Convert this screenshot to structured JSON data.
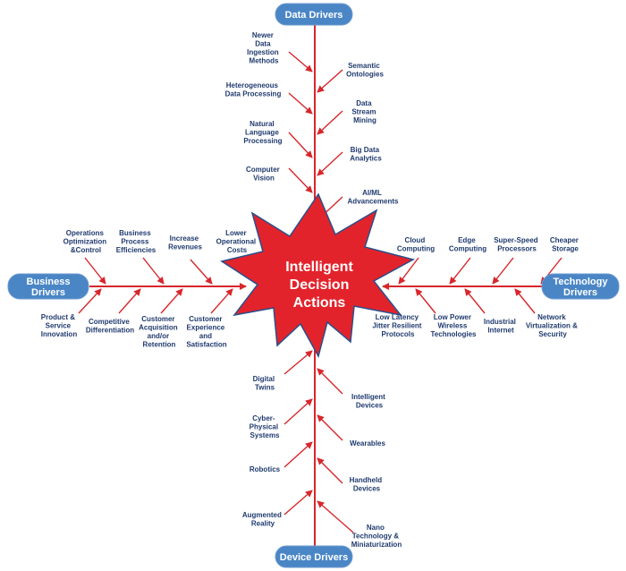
{
  "center": {
    "lines": [
      "Intelligent",
      "Decision",
      "Actions"
    ]
  },
  "categories": {
    "data": {
      "label": "Data Drivers"
    },
    "business": {
      "lines": [
        "Business",
        "Drivers"
      ]
    },
    "technology": {
      "lines": [
        "Technology",
        "Drivers"
      ]
    },
    "device": {
      "label": "Device Drivers"
    }
  },
  "data_drivers": {
    "left": [
      {
        "lines": [
          "Newer",
          "Data",
          "Ingestion",
          "Methods"
        ]
      },
      {
        "lines": [
          "Heterogeneous",
          "Data Processing"
        ]
      },
      {
        "lines": [
          "Natural",
          "Language",
          "Processing"
        ]
      },
      {
        "lines": [
          "Computer",
          "Vision"
        ]
      }
    ],
    "right": [
      {
        "lines": [
          "Semantic",
          "Ontologies"
        ]
      },
      {
        "lines": [
          "Data",
          "Stream",
          "Mining"
        ]
      },
      {
        "lines": [
          "Big Data",
          "Analytics"
        ]
      },
      {
        "lines": [
          "AI/ML",
          "Advancements"
        ]
      }
    ]
  },
  "business_drivers": {
    "top": [
      {
        "lines": [
          "Operations",
          "Optimization",
          "&Control"
        ]
      },
      {
        "lines": [
          "Business",
          "Process",
          "Efficiencies"
        ]
      },
      {
        "lines": [
          "Increase",
          "Revenues"
        ]
      },
      {
        "lines": [
          "Lower",
          "Operational",
          "Costs"
        ]
      }
    ],
    "bottom": [
      {
        "lines": [
          "Product &",
          "Service",
          "Innovation"
        ]
      },
      {
        "lines": [
          "Competitive",
          "Differentiation"
        ]
      },
      {
        "lines": [
          "Customer",
          "Acquisition",
          "and/or",
          "Retention"
        ]
      },
      {
        "lines": [
          "Customer",
          "Experience",
          "and",
          "Satisfaction"
        ]
      }
    ]
  },
  "technology_drivers": {
    "top": [
      {
        "lines": [
          "Cloud",
          "Computing"
        ]
      },
      {
        "lines": [
          "Edge",
          "Computing"
        ]
      },
      {
        "lines": [
          "Super-Speed",
          "Processors"
        ]
      },
      {
        "lines": [
          "Cheaper",
          "Storage"
        ]
      }
    ],
    "bottom": [
      {
        "lines": [
          "Low Latency",
          "Jitter Resilient",
          "Protocols"
        ]
      },
      {
        "lines": [
          "Low Power",
          "Wireless",
          "Technologies"
        ]
      },
      {
        "lines": [
          "Industrial",
          "Internet"
        ]
      },
      {
        "lines": [
          "Network",
          "Virtualization &",
          "Security"
        ]
      }
    ]
  },
  "device_drivers": {
    "left": [
      {
        "lines": [
          "Digital",
          "Twins"
        ]
      },
      {
        "lines": [
          "Cyber-",
          "Physical",
          "Systems"
        ]
      },
      {
        "lines": [
          "Robotics"
        ]
      },
      {
        "lines": [
          "Augmented",
          "Reality"
        ]
      }
    ],
    "right": [
      {
        "lines": [
          "Intelligent",
          "Devices"
        ]
      },
      {
        "lines": [
          "Wearables"
        ]
      },
      {
        "lines": [
          "Handheld",
          "Devices"
        ]
      },
      {
        "lines": [
          "Nano",
          "Technology &",
          "Miniaturization"
        ]
      }
    ]
  },
  "colors": {
    "arrow": "#d8262b",
    "pill": "#4a86c5",
    "text": "#1f3a6e",
    "center_fill": "#e3232b"
  }
}
